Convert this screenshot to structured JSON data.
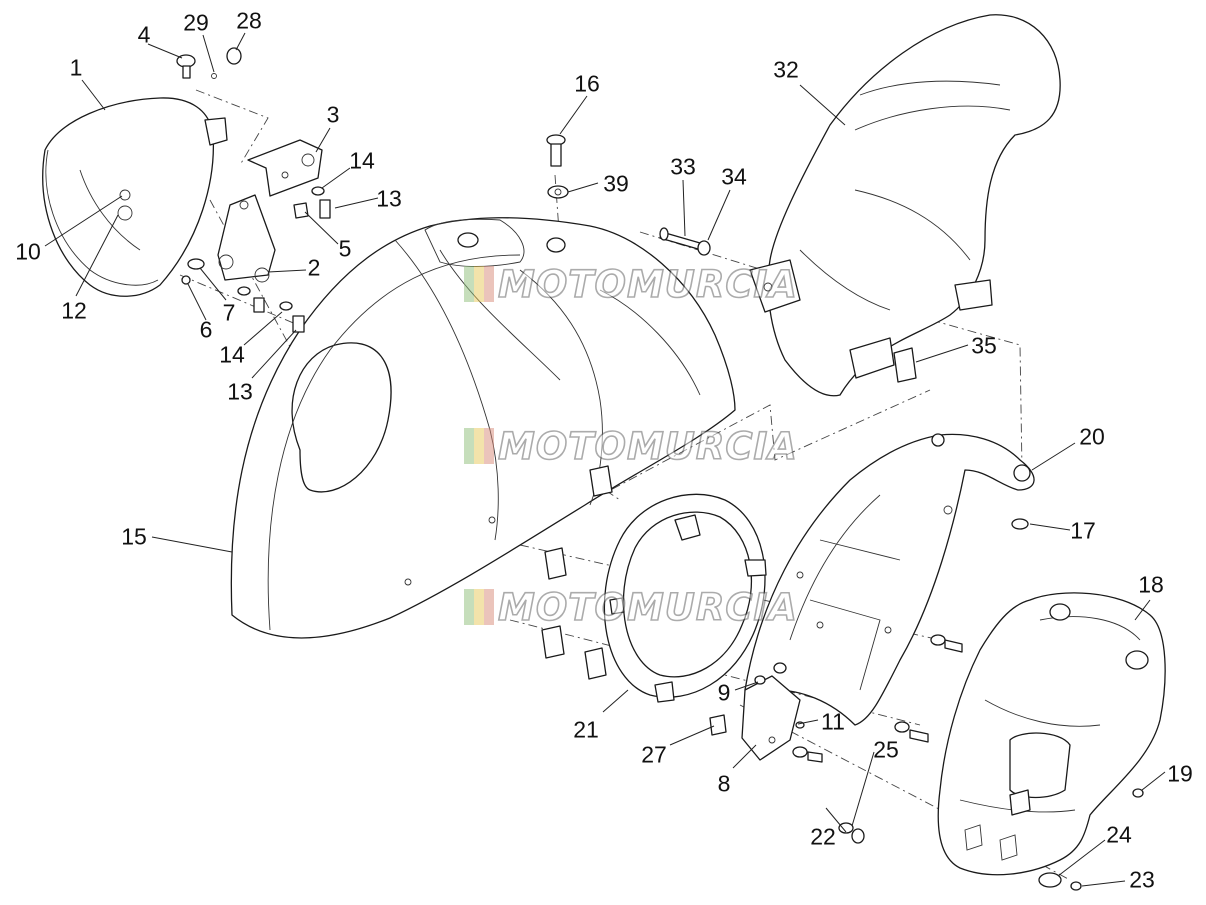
{
  "watermark": {
    "text": "MOTOMURCIA",
    "flag_colors": [
      "#8fbf7a",
      "#e8c85a",
      "#d98a7a"
    ]
  },
  "callouts": [
    {
      "key": "c1",
      "label": "1"
    },
    {
      "key": "c2",
      "label": "2"
    },
    {
      "key": "c3",
      "label": "3"
    },
    {
      "key": "c4",
      "label": "4"
    },
    {
      "key": "c5",
      "label": "5"
    },
    {
      "key": "c6",
      "label": "6"
    },
    {
      "key": "c7",
      "label": "7"
    },
    {
      "key": "c8",
      "label": "8"
    },
    {
      "key": "c9",
      "label": "9"
    },
    {
      "key": "c10",
      "label": "10"
    },
    {
      "key": "c11",
      "label": "11"
    },
    {
      "key": "c12",
      "label": "12"
    },
    {
      "key": "c13a",
      "label": "13"
    },
    {
      "key": "c13b",
      "label": "13"
    },
    {
      "key": "c14a",
      "label": "14"
    },
    {
      "key": "c14b",
      "label": "14"
    },
    {
      "key": "c15",
      "label": "15"
    },
    {
      "key": "c16",
      "label": "16"
    },
    {
      "key": "c17",
      "label": "17"
    },
    {
      "key": "c18",
      "label": "18"
    },
    {
      "key": "c19",
      "label": "19"
    },
    {
      "key": "c20",
      "label": "20"
    },
    {
      "key": "c21",
      "label": "21"
    },
    {
      "key": "c22",
      "label": "22"
    },
    {
      "key": "c23",
      "label": "23"
    },
    {
      "key": "c24",
      "label": "24"
    },
    {
      "key": "c25",
      "label": "25"
    },
    {
      "key": "c27",
      "label": "27"
    },
    {
      "key": "c28",
      "label": "28"
    },
    {
      "key": "c29",
      "label": "29"
    },
    {
      "key": "c32",
      "label": "32"
    },
    {
      "key": "c33",
      "label": "33"
    },
    {
      "key": "c34",
      "label": "34"
    },
    {
      "key": "c35",
      "label": "35"
    },
    {
      "key": "c39",
      "label": "39"
    }
  ]
}
